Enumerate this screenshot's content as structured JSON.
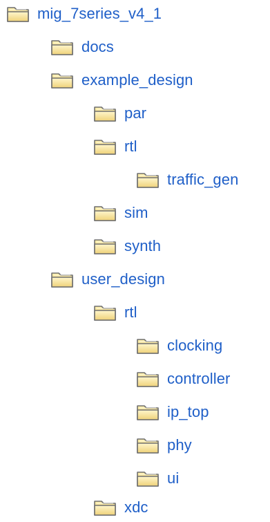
{
  "tree": {
    "items": [
      {
        "label": "mig_7series_v4_1",
        "icon": "folder-icon"
      },
      {
        "label": "docs",
        "icon": "folder-icon"
      },
      {
        "label": "example_design",
        "icon": "folder-icon"
      },
      {
        "label": "par",
        "icon": "folder-icon"
      },
      {
        "label": "rtl",
        "icon": "folder-icon"
      },
      {
        "label": "traffic_gen",
        "icon": "folder-icon"
      },
      {
        "label": "sim",
        "icon": "folder-icon"
      },
      {
        "label": "synth",
        "icon": "folder-icon"
      },
      {
        "label": "user_design",
        "icon": "folder-icon"
      },
      {
        "label": "rtl",
        "icon": "folder-icon"
      },
      {
        "label": "clocking",
        "icon": "folder-icon"
      },
      {
        "label": "controller",
        "icon": "folder-icon"
      },
      {
        "label": "ip_top",
        "icon": "folder-icon"
      },
      {
        "label": "phy",
        "icon": "folder-icon"
      },
      {
        "label": "ui",
        "icon": "folder-icon"
      },
      {
        "label": "xdc",
        "icon": "folder-icon"
      }
    ]
  },
  "colors": {
    "label_text": "#1f5fc8",
    "folder_fill": "#f0d889",
    "folder_stroke": "#6b6b6b"
  }
}
